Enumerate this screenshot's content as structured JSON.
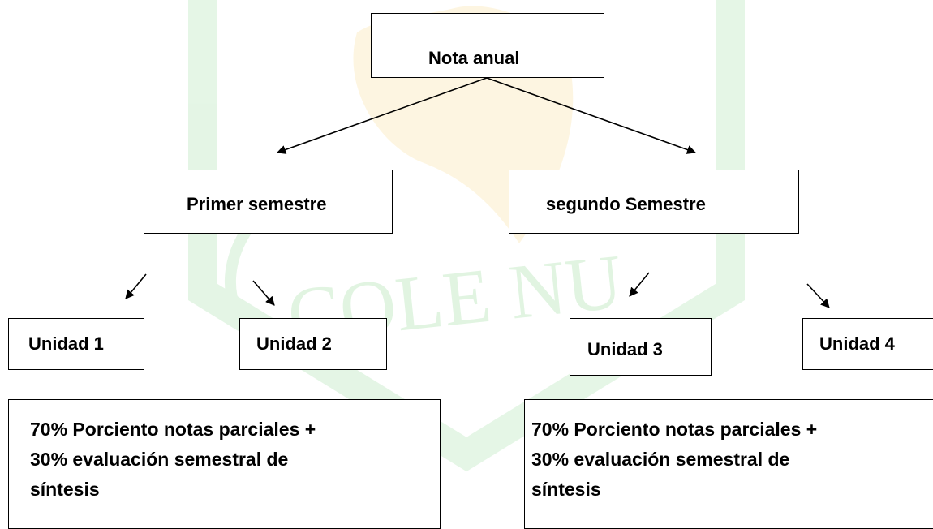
{
  "diagram": {
    "root": {
      "label": "Nota anual"
    },
    "semesters": [
      {
        "label": "Primer semestre"
      },
      {
        "label": "segundo Semestre"
      }
    ],
    "units": [
      {
        "label": "Unidad 1"
      },
      {
        "label": "Unidad 2"
      },
      {
        "label": "Unidad 3"
      },
      {
        "label": "Unidad 4"
      }
    ],
    "notes": [
      {
        "lines": [
          "70% Porciento notas parciales +",
          "30% evaluación semestral de",
          "síntesis"
        ]
      },
      {
        "lines": [
          "70% Porciento notas parciales +",
          "30% evaluación semestral de",
          "síntesis"
        ]
      }
    ]
  },
  "watermark": {
    "text": "COLE NU",
    "color": "#5cc461",
    "accent_color": "#f5c84a"
  }
}
